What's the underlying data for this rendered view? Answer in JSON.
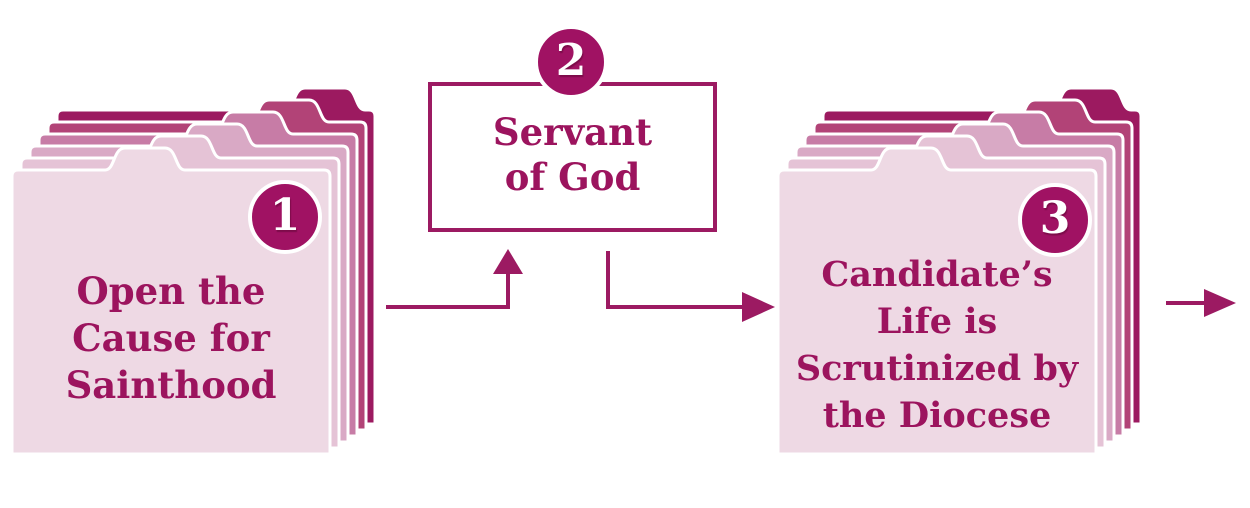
{
  "diagram": {
    "steps": [
      {
        "number": "1",
        "shape": "folder-stack",
        "lines": [
          "Open the",
          "Cause for",
          "Sainthood"
        ]
      },
      {
        "number": "2",
        "shape": "outlined-box",
        "lines": [
          "Servant",
          "of God"
        ]
      },
      {
        "number": "3",
        "shape": "folder-stack",
        "lines": [
          "Candidate’s",
          "Life is",
          "Scrutinized by",
          "the Diocese"
        ]
      }
    ],
    "connectors": [
      {
        "from": "1",
        "to": "2",
        "style": "elbow-up-arrow"
      },
      {
        "from": "2",
        "to": "3",
        "style": "elbow-right-arrow"
      },
      {
        "from": "3",
        "to": "next",
        "style": "straight-right-arrow"
      }
    ]
  },
  "colors": {
    "canvas_bg": "#ffffff",
    "accent": "#9c1a62",
    "badge": "#a01263",
    "text": "#9c145e",
    "folder_shades_front_to_back": [
      "#eed9e4",
      "#e5c3d6",
      "#d9a9c5",
      "#c77ca6",
      "#b24377",
      "#9c1a60"
    ]
  }
}
